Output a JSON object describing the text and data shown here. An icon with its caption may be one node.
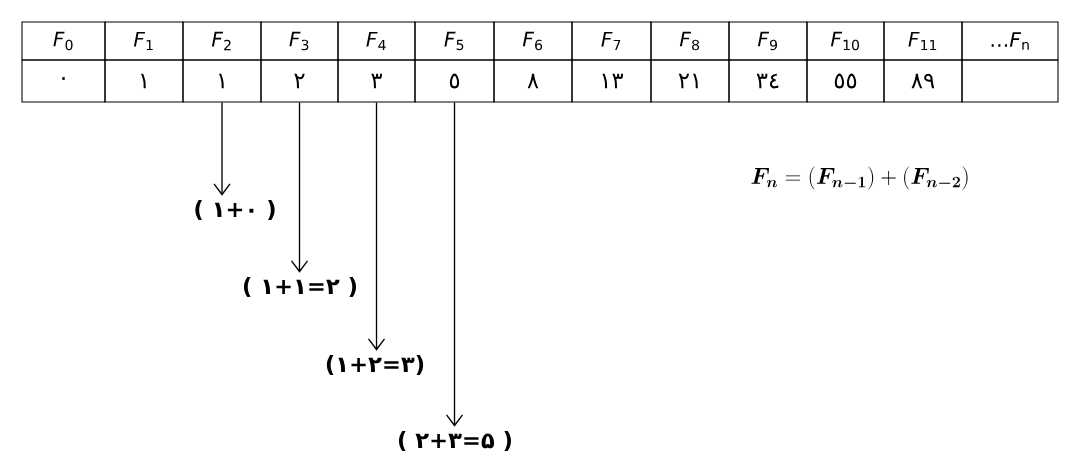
{
  "diagram": {
    "nodes": [
      {
        "text": [
          "*F*$_{0}$"
        ]
      },
      {
        "text": [
          "*F*$_{1}$"
        ]
      },
      {
        "text": [
          "*F*$_{2}$"
        ]
      },
      {
        "text": [
          "*F*$_{3}$"
        ]
      },
      {
        "text": [
          "*F*$_{4}$"
        ]
      },
      {
        "text": [
          "*F*$_{5}$"
        ]
      },
      {
        "text": [
          "*F*$_{6}$"
        ]
      },
      {
        "text": [
          "*F*$_{7}$"
        ]
      },
      {
        "text": [
          "*F*$_{8}$"
        ]
      },
      {
        "text": [
          "*F*$_{9}$"
        ]
      },
      {
        "text": [
          "*F*$_{10}$"
        ]
      },
      {
        "text": [
          "*F*$_{11}$"
        ]
      },
      {
        "text": [
          "…*F*$_{n}$"
        ]
      },
      {
        "text": [
          "٠"
        ]
      },
      {
        "text": [
          "١"
        ]
      },
      {
        "text": [
          "١"
        ]
      },
      {
        "text": [
          "٢"
        ]
      },
      {
        "text": [
          "٣"
        ]
      },
      {
        "text": [
          "٥"
        ]
      },
      {
        "text": [
          "٨"
        ]
      },
      {
        "text": [
          "١٣"
        ]
      },
      {
        "text": [
          "٢١"
        ]
      },
      {
        "text": [
          "٣٤"
        ]
      },
      {
        "text": [
          "٥٥"
        ]
      },
      {
        "text": [
          "٨٩"
        ]
      },
      {
        "text": [],
        "shape": "box"
      },
      {
        "text": [
          "( ١+٠     )"
        ]
      },
      {
        "text": [
          "( ١+١=٢ )"
        ]
      },
      {
        "text": [
          "(١+٢=٣)"
        ]
      },
      {
        "text": [
          "( ٢+٣=۵ )"
        ]
      }
    ],
    "edges": [
      {
        "from": 15,
        "to": 26,
        "arrow": "to"
      },
      {
        "from": 16,
        "to": 27,
        "arrow": "to"
      },
      {
        "from": 17,
        "to": 28,
        "arrow": "to"
      },
      {
        "from": 18,
        "to": 29,
        "arrow": "to"
      }
    ],
    "labels": [
      "\\boldsymbol{F_{n}} = (\\boldsymbol{F_{n-1}}) + (\\boldsymbol{F_{n-2}})"
    ]
  }
}
